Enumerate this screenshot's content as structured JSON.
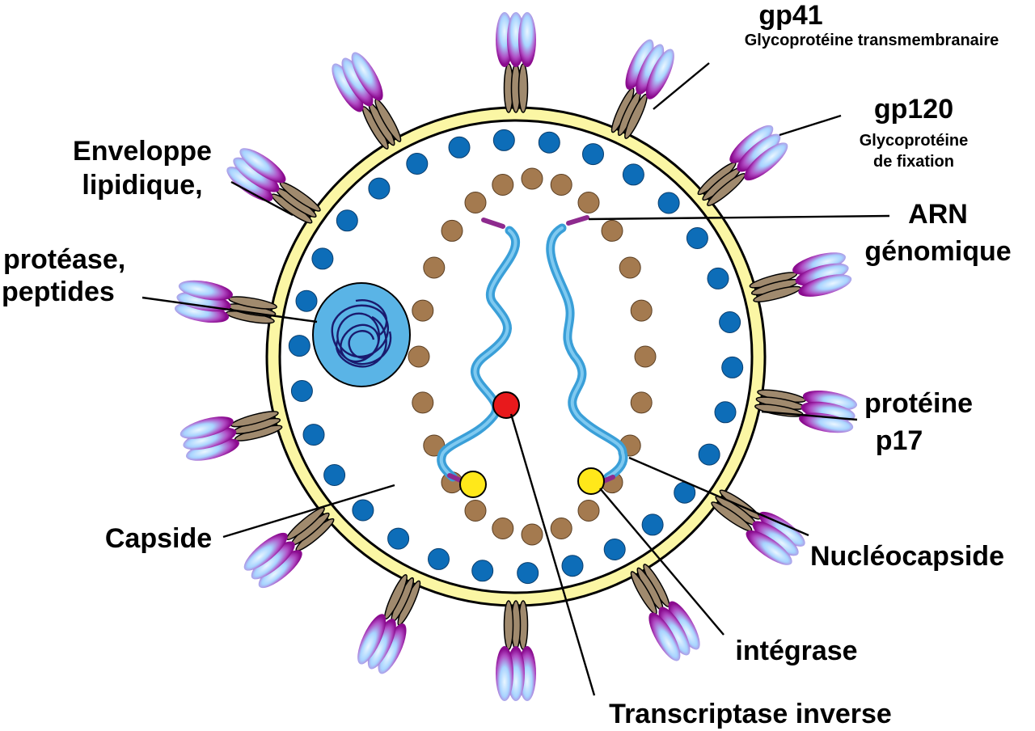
{
  "labels": {
    "gp41_title": "gp41",
    "gp41_sub": "Glycoprotéine transmembranaire",
    "gp120_title": "gp120",
    "gp120_sub1": "Glycoprotéine",
    "gp120_sub2": "de fixation",
    "envelope_1": "Enveloppe",
    "envelope_2": "lipidique,",
    "protease_1": "protéase,",
    "protease_2": "peptides",
    "arn_1": "ARN",
    "arn_2": "génomique",
    "p17_1": "protéine",
    "p17_2": "p17",
    "capside": "Capside",
    "nucleocapside": "Nucléocapside",
    "integrase": "intégrase",
    "transcriptase": "Transcriptase inverse"
  },
  "colors": {
    "envelope": "#fbf6a4",
    "outline": "#000000",
    "p17": "#0d6db8",
    "capsid": "#a47a4f",
    "rna": "#4ab0e4",
    "rna_inner": "#5ab8e8",
    "rna_tip": "#8e2a8e",
    "integrase": "#ffe81a",
    "transcriptase": "#e8191c",
    "protease_body": "#5ab4e6",
    "protease_strand": "#1a1a6e",
    "gp41": "#a08a6e",
    "gp120_dark": "#9a0f9a",
    "gp120_light": "#cfe8ff"
  }
}
